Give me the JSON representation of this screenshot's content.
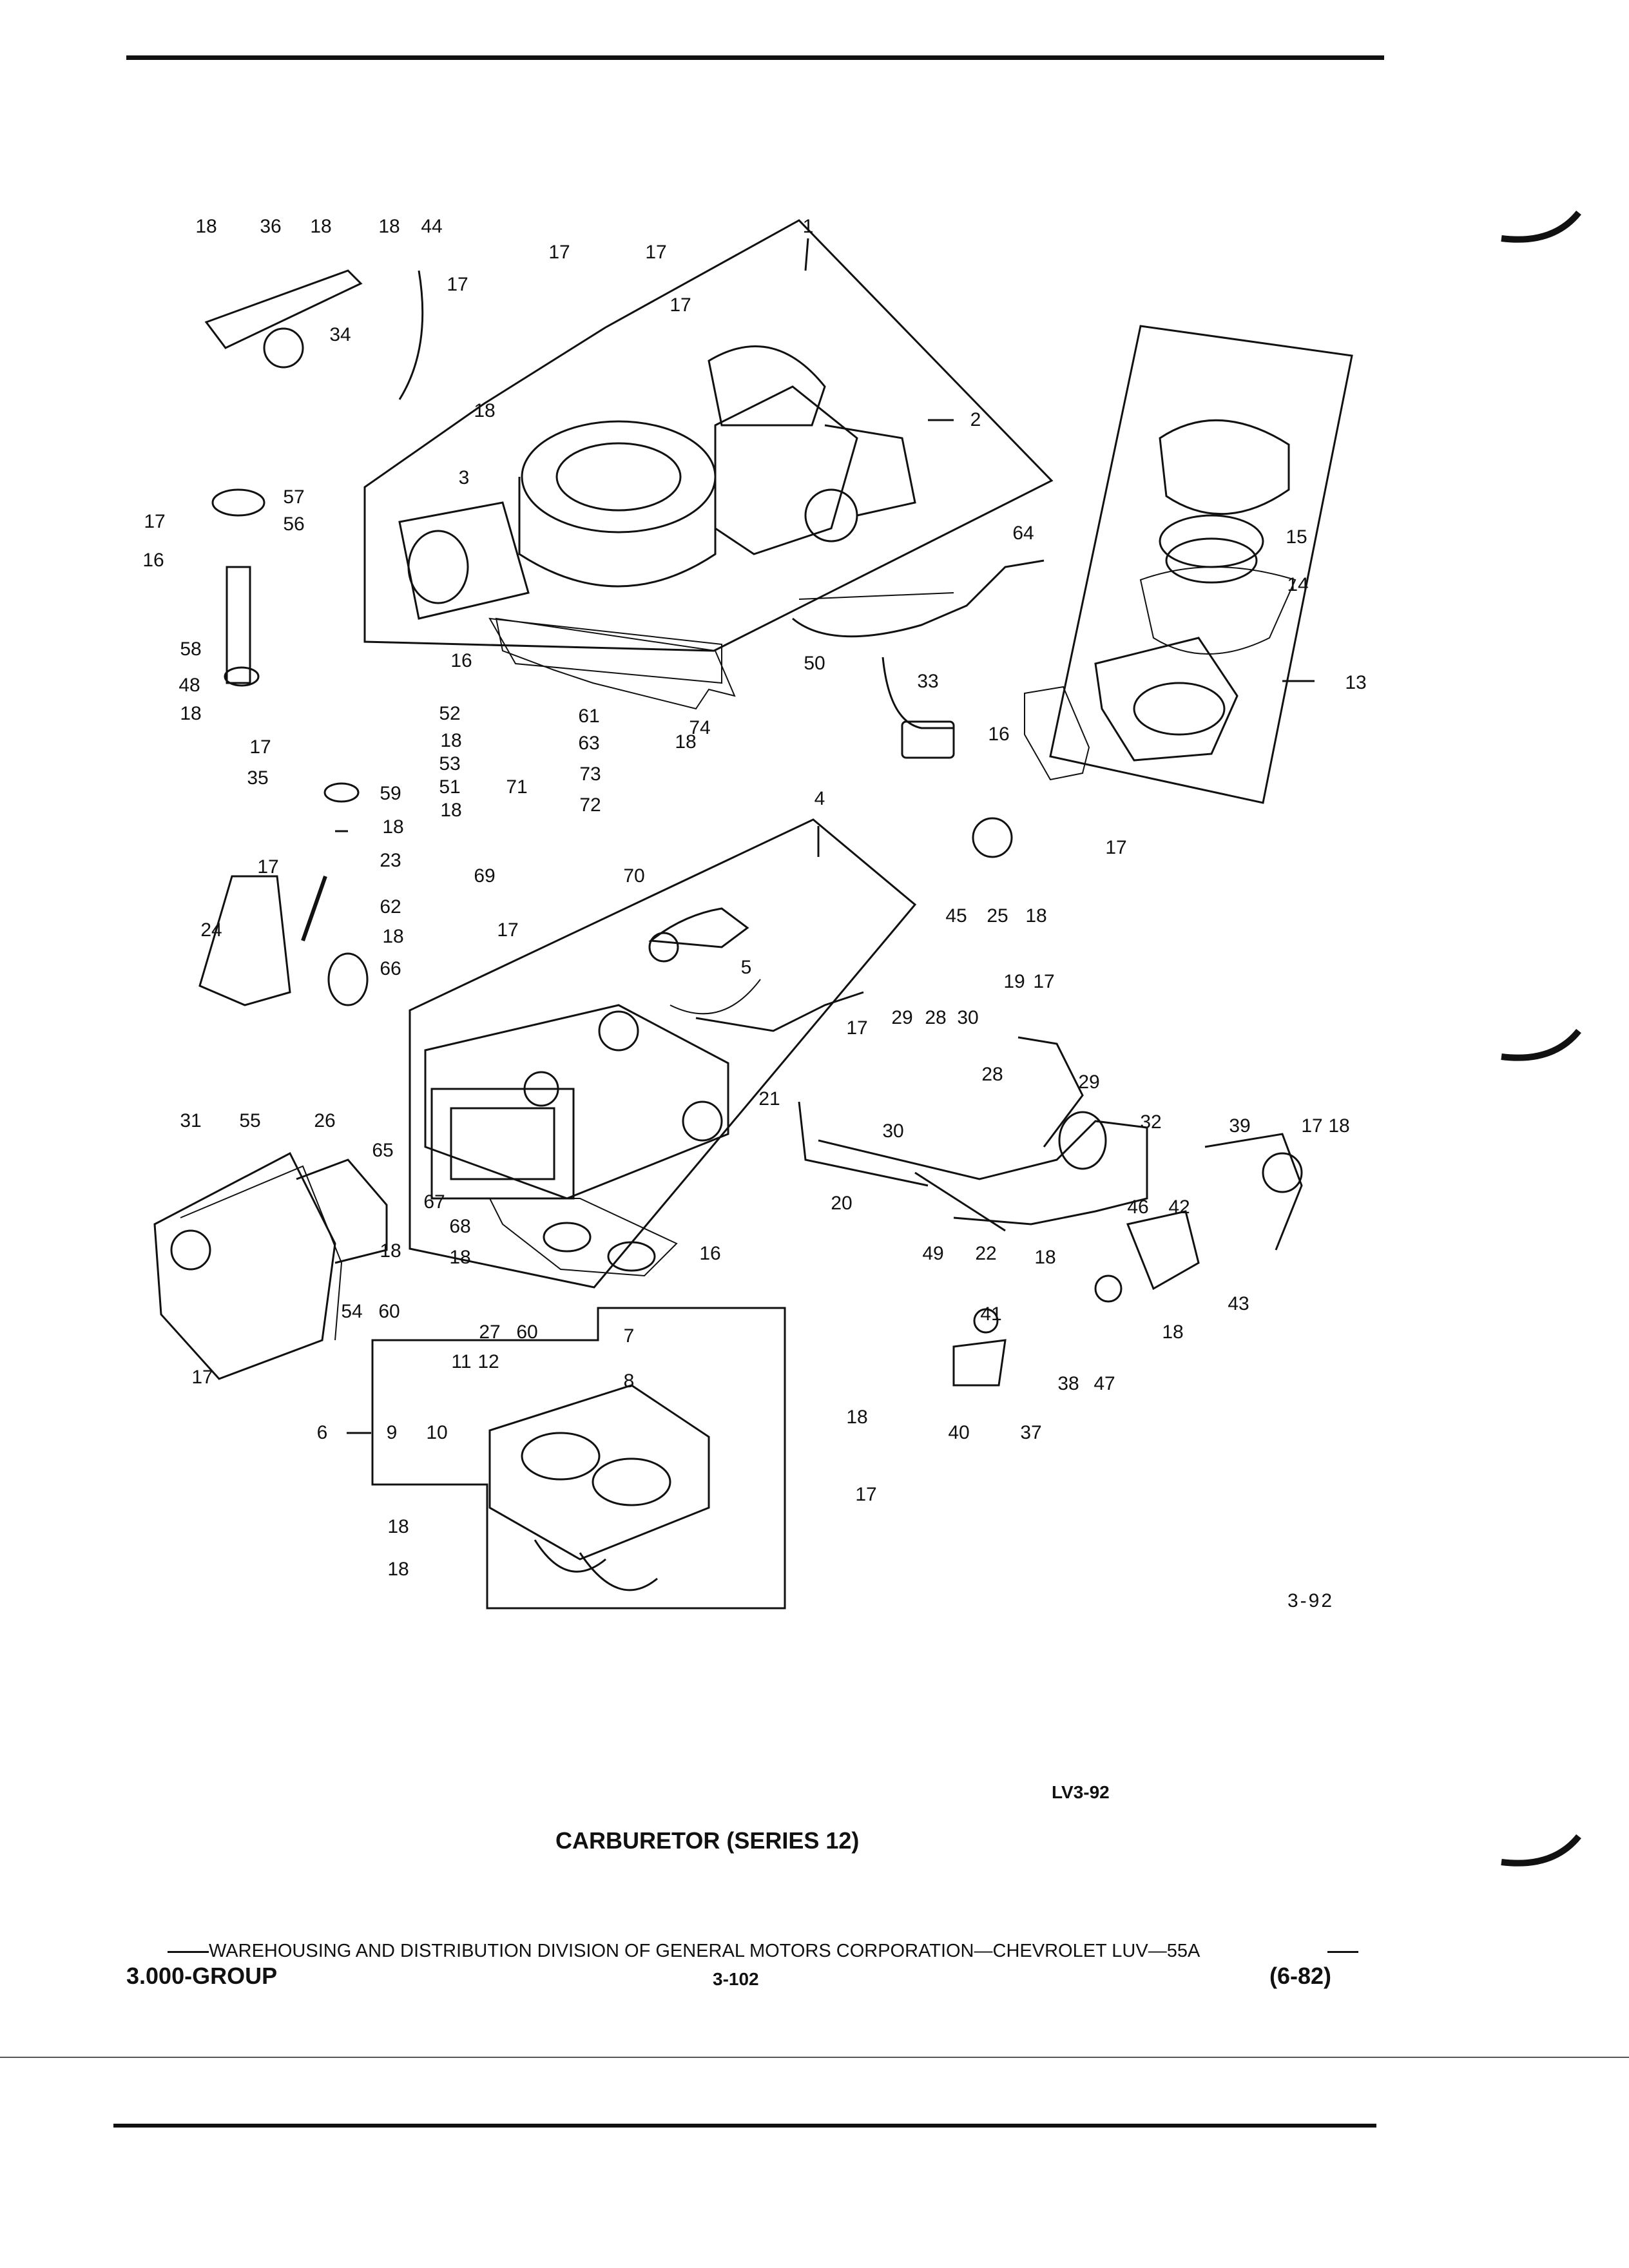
{
  "figure": {
    "figure_code": "3-92",
    "drawing_code": "LV3-92",
    "caption": "CARBURETOR (SERIES 12)"
  },
  "callouts": [
    {
      "label": "1"
    },
    {
      "label": "2"
    },
    {
      "label": "3"
    },
    {
      "label": "4"
    },
    {
      "label": "5"
    },
    {
      "label": "6"
    },
    {
      "label": "7"
    },
    {
      "label": "8"
    },
    {
      "label": "9"
    },
    {
      "label": "10"
    },
    {
      "label": "11"
    },
    {
      "label": "12"
    },
    {
      "label": "13"
    },
    {
      "label": "14"
    },
    {
      "label": "15"
    },
    {
      "label": "16"
    },
    {
      "label": "16"
    },
    {
      "label": "16"
    },
    {
      "label": "16"
    },
    {
      "label": "16"
    },
    {
      "label": "17"
    },
    {
      "label": "17"
    },
    {
      "label": "17"
    },
    {
      "label": "17"
    },
    {
      "label": "17"
    },
    {
      "label": "17"
    },
    {
      "label": "17"
    },
    {
      "label": "17"
    },
    {
      "label": "17"
    },
    {
      "label": "17"
    },
    {
      "label": "17"
    },
    {
      "label": "17"
    },
    {
      "label": "17"
    },
    {
      "label": "17"
    },
    {
      "label": "18"
    },
    {
      "label": "18"
    },
    {
      "label": "18"
    },
    {
      "label": "18"
    },
    {
      "label": "18"
    },
    {
      "label": "18"
    },
    {
      "label": "18"
    },
    {
      "label": "18"
    },
    {
      "label": "18"
    },
    {
      "label": "18"
    },
    {
      "label": "18"
    },
    {
      "label": "18"
    },
    {
      "label": "18"
    },
    {
      "label": "18"
    },
    {
      "label": "18"
    },
    {
      "label": "18"
    },
    {
      "label": "18"
    },
    {
      "label": "18"
    },
    {
      "label": "18"
    },
    {
      "label": "18"
    },
    {
      "label": "18"
    },
    {
      "label": "19"
    },
    {
      "label": "20"
    },
    {
      "label": "21"
    },
    {
      "label": "22"
    },
    {
      "label": "23"
    },
    {
      "label": "24"
    },
    {
      "label": "25"
    },
    {
      "label": "26"
    },
    {
      "label": "27"
    },
    {
      "label": "28"
    },
    {
      "label": "28"
    },
    {
      "label": "29"
    },
    {
      "label": "29"
    },
    {
      "label": "30"
    },
    {
      "label": "30"
    },
    {
      "label": "31"
    },
    {
      "label": "32"
    },
    {
      "label": "33"
    },
    {
      "label": "34"
    },
    {
      "label": "35"
    },
    {
      "label": "36"
    },
    {
      "label": "37"
    },
    {
      "label": "38"
    },
    {
      "label": "39"
    },
    {
      "label": "40"
    },
    {
      "label": "41"
    },
    {
      "label": "42"
    },
    {
      "label": "43"
    },
    {
      "label": "44"
    },
    {
      "label": "45"
    },
    {
      "label": "46"
    },
    {
      "label": "47"
    },
    {
      "label": "48"
    },
    {
      "label": "49"
    },
    {
      "label": "50"
    },
    {
      "label": "51"
    },
    {
      "label": "52"
    },
    {
      "label": "53"
    },
    {
      "label": "54"
    },
    {
      "label": "55"
    },
    {
      "label": "56"
    },
    {
      "label": "57"
    },
    {
      "label": "58"
    },
    {
      "label": "59"
    },
    {
      "label": "60"
    },
    {
      "label": "60"
    },
    {
      "label": "61"
    },
    {
      "label": "62"
    },
    {
      "label": "63"
    },
    {
      "label": "64"
    },
    {
      "label": "65"
    },
    {
      "label": "66"
    },
    {
      "label": "67"
    },
    {
      "label": "68"
    },
    {
      "label": "69"
    },
    {
      "label": "70"
    },
    {
      "label": "71"
    },
    {
      "label": "72"
    },
    {
      "label": "73"
    },
    {
      "label": "74"
    }
  ],
  "footer": {
    "division_line": "WAREHOUSING AND DISTRIBUTION DIVISION OF GENERAL MOTORS CORPORATION—CHEVROLET LUV—55A",
    "group": "3.000-GROUP",
    "page_number": "3-102",
    "date": "(6-82)"
  }
}
